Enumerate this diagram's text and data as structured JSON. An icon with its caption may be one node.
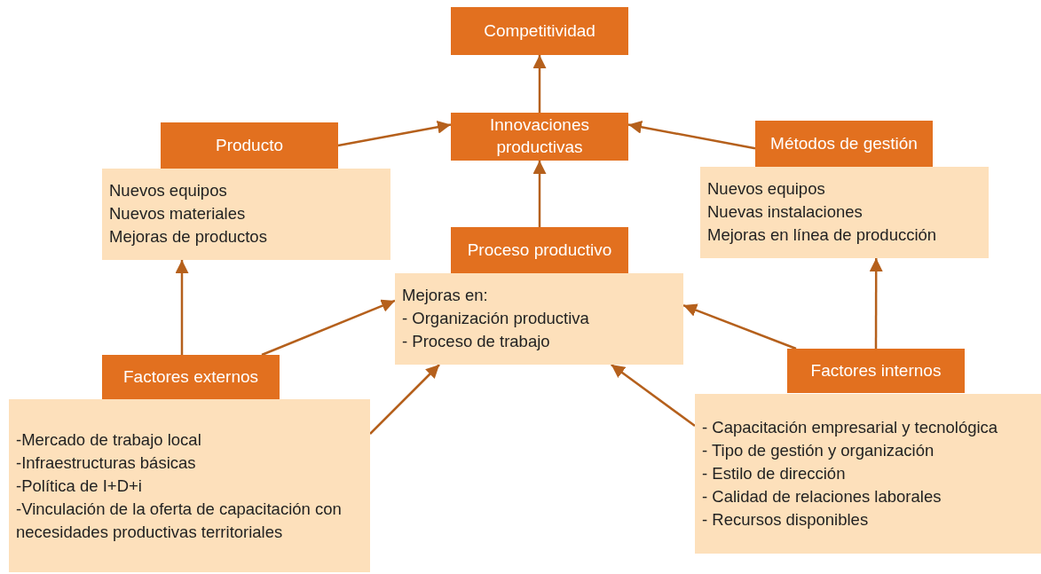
{
  "diagram": {
    "nodes": [
      {
        "text": [
          "Competitividad"
        ]
      },
      {
        "text": [
          "Innovaciones productivas"
        ]
      },
      {
        "text": [
          "Producto"
        ]
      },
      {
        "text": [
          "Nuevos equipos",
          "Nuevos materiales",
          "Mejoras de productos"
        ]
      },
      {
        "text": [
          "Métodos de gestión"
        ]
      },
      {
        "text": [
          "Nuevos equipos",
          "Nuevas instalaciones",
          "Mejoras en línea de producción"
        ]
      },
      {
        "text": [
          "Proceso productivo"
        ]
      },
      {
        "text": [
          "Mejoras en:",
          "- Organización productiva",
          "- Proceso de trabajo"
        ]
      },
      {
        "text": [
          "Factores externos"
        ]
      },
      {
        "text": [
          "-Mercado de trabajo local",
          "-Infraestructuras básicas",
          "-Política de I+D+i",
          "-Vinculación de la oferta de capacitación con necesidades productivas territoriales"
        ]
      },
      {
        "text": [
          "Factores internos"
        ]
      },
      {
        "text": [
          "- Capacitación empresarial y tecnológica",
          "- Tipo de gestión y organización",
          "- Estilo de dirección",
          "- Calidad de relaciones laborales",
          "- Recursos disponibles"
        ]
      }
    ],
    "edges": [
      {
        "from": 1,
        "to": 0,
        "arrow": "to"
      },
      {
        "from": 2,
        "to": 1,
        "arrow": "to"
      },
      {
        "from": 4,
        "to": 1,
        "arrow": "to"
      },
      {
        "from": 6,
        "to": 1,
        "arrow": "to"
      },
      {
        "from": 8,
        "to": 3,
        "arrow": "to"
      },
      {
        "from": 8,
        "to": 7,
        "arrow": "to"
      },
      {
        "from": 9,
        "to": 7,
        "arrow": "to"
      },
      {
        "from": 10,
        "to": 5,
        "arrow": "to"
      },
      {
        "from": 10,
        "to": 7,
        "arrow": "to"
      },
      {
        "from": 11,
        "to": 7,
        "arrow": "to"
      }
    ]
  }
}
